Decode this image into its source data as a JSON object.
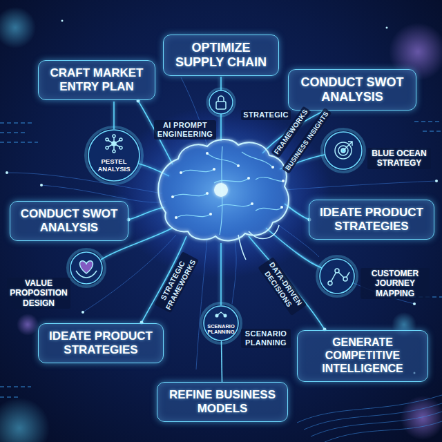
{
  "diagram": {
    "nodes": [
      {
        "text": [
          "OPTIMIZE SUPPLY CHAIN"
        ]
      },
      {
        "text": [
          "CRAFT MARKET ENTRY PLAN"
        ]
      },
      {
        "text": [
          "CONDUCT SWOT ANALYSIS"
        ]
      },
      {
        "text": [
          "PESTEL ANALYSIS"
        ]
      },
      {
        "text": [
          "BLUE OCEAN STRATEGY"
        ]
      },
      {
        "text": [
          "CONDUCT SWOT ANALYSIS"
        ]
      },
      {
        "text": [
          "IDEATE PRODUCT STRATEGIES"
        ]
      },
      {
        "text": [
          "VALUE PROPOSITION DESIGN"
        ]
      },
      {
        "text": [
          "CUSTOMER JOURNEY MAPPING"
        ]
      },
      {
        "text": [
          "SCENARIO PLANNING"
        ]
      },
      {
        "text": [
          "IDEATE PRODUCT STRATEGIES"
        ]
      },
      {
        "text": [
          "GENERATE COMPETITIVE INTELLIGENCE"
        ]
      },
      {
        "text": [
          "REFINE BUSINESS MODELS"
        ]
      }
    ],
    "edges": [
      {
        "from": 9,
        "to": 12,
        "arrow": "none"
      }
    ],
    "labels": [
      "STRATEGIC",
      "AI PROMPT ENGINEERING",
      "FRAMEWORKS",
      "BUSINESS INSIGHTS",
      "STRATEGIC FRAMEWORKS",
      "DATA-DRIVEN DECISIONS",
      "SCENARIO PLANNING"
    ]
  }
}
